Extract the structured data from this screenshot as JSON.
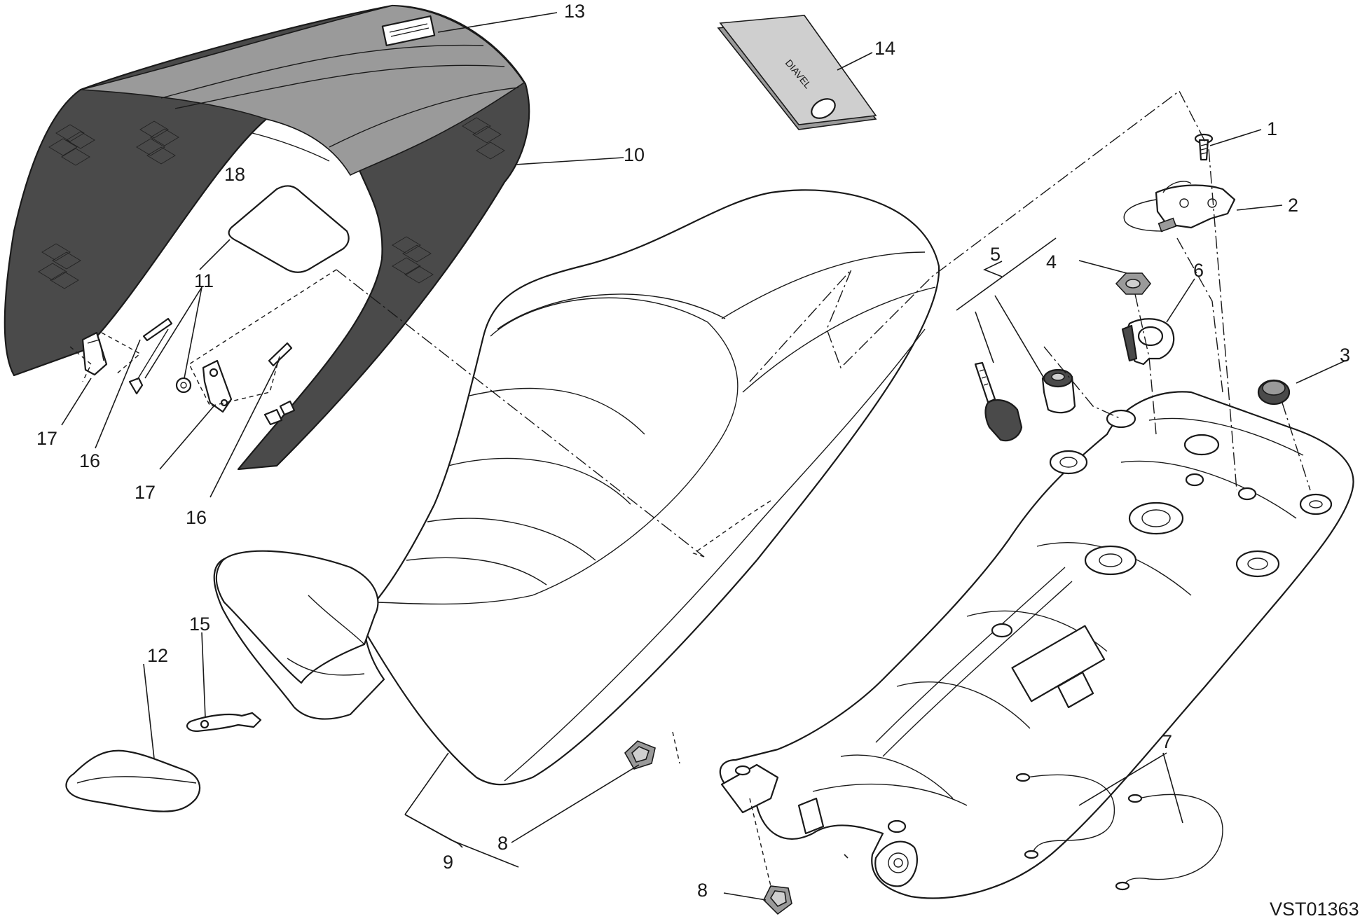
{
  "diagram_code": "VST01363",
  "callouts": [
    {
      "id": "c1",
      "label": "1"
    },
    {
      "id": "c2",
      "label": "2"
    },
    {
      "id": "c3",
      "label": "3"
    },
    {
      "id": "c4",
      "label": "4"
    },
    {
      "id": "c5",
      "label": "5"
    },
    {
      "id": "c6",
      "label": "6"
    },
    {
      "id": "c7",
      "label": "7"
    },
    {
      "id": "c8a",
      "label": "8"
    },
    {
      "id": "c8b",
      "label": "8"
    },
    {
      "id": "c9",
      "label": "9"
    },
    {
      "id": "c10",
      "label": "10"
    },
    {
      "id": "c11",
      "label": "11"
    },
    {
      "id": "c12",
      "label": "12"
    },
    {
      "id": "c13",
      "label": "13"
    },
    {
      "id": "c14",
      "label": "14"
    },
    {
      "id": "c15",
      "label": "15"
    },
    {
      "id": "c16a",
      "label": "16"
    },
    {
      "id": "c16b",
      "label": "16"
    },
    {
      "id": "c17a",
      "label": "17"
    },
    {
      "id": "c17b",
      "label": "17"
    },
    {
      "id": "c18",
      "label": "18"
    }
  ],
  "colors": {
    "line": "#1a1a1a",
    "cover_dark": "#4a4a4a",
    "cover_stripe": "#9a9a9a",
    "part_fill": "#ffffff"
  }
}
